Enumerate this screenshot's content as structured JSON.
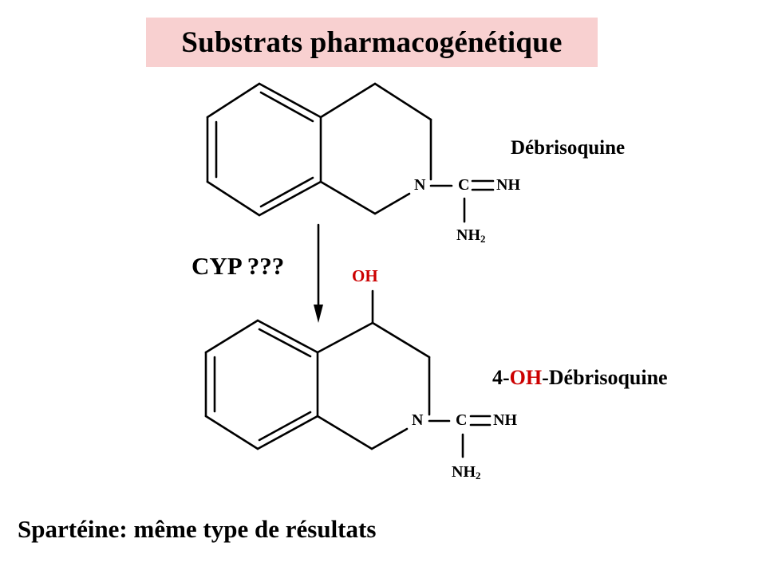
{
  "title": "Substrats pharmacogénétique",
  "colors": {
    "title_background": "#f8d0d0",
    "hydroxyl": "#cc0000",
    "text": "#000000"
  },
  "molecule_top": {
    "name": "Débrisoquine",
    "atoms": {
      "n": "N",
      "c": "C",
      "nh": "NH",
      "nh2_base": "NH",
      "nh2_sub": "2"
    }
  },
  "reaction": {
    "enzyme_label": "CYP ???"
  },
  "molecule_bottom": {
    "name_prefix": "4-",
    "name_highlight": "OH",
    "name_suffix": "-Débrisoquine",
    "atoms": {
      "oh": "OH",
      "n": "N",
      "c": "C",
      "nh": "NH",
      "nh2_base": "NH",
      "nh2_sub": "2"
    }
  },
  "footer": "Spartéine: même type de résultats"
}
